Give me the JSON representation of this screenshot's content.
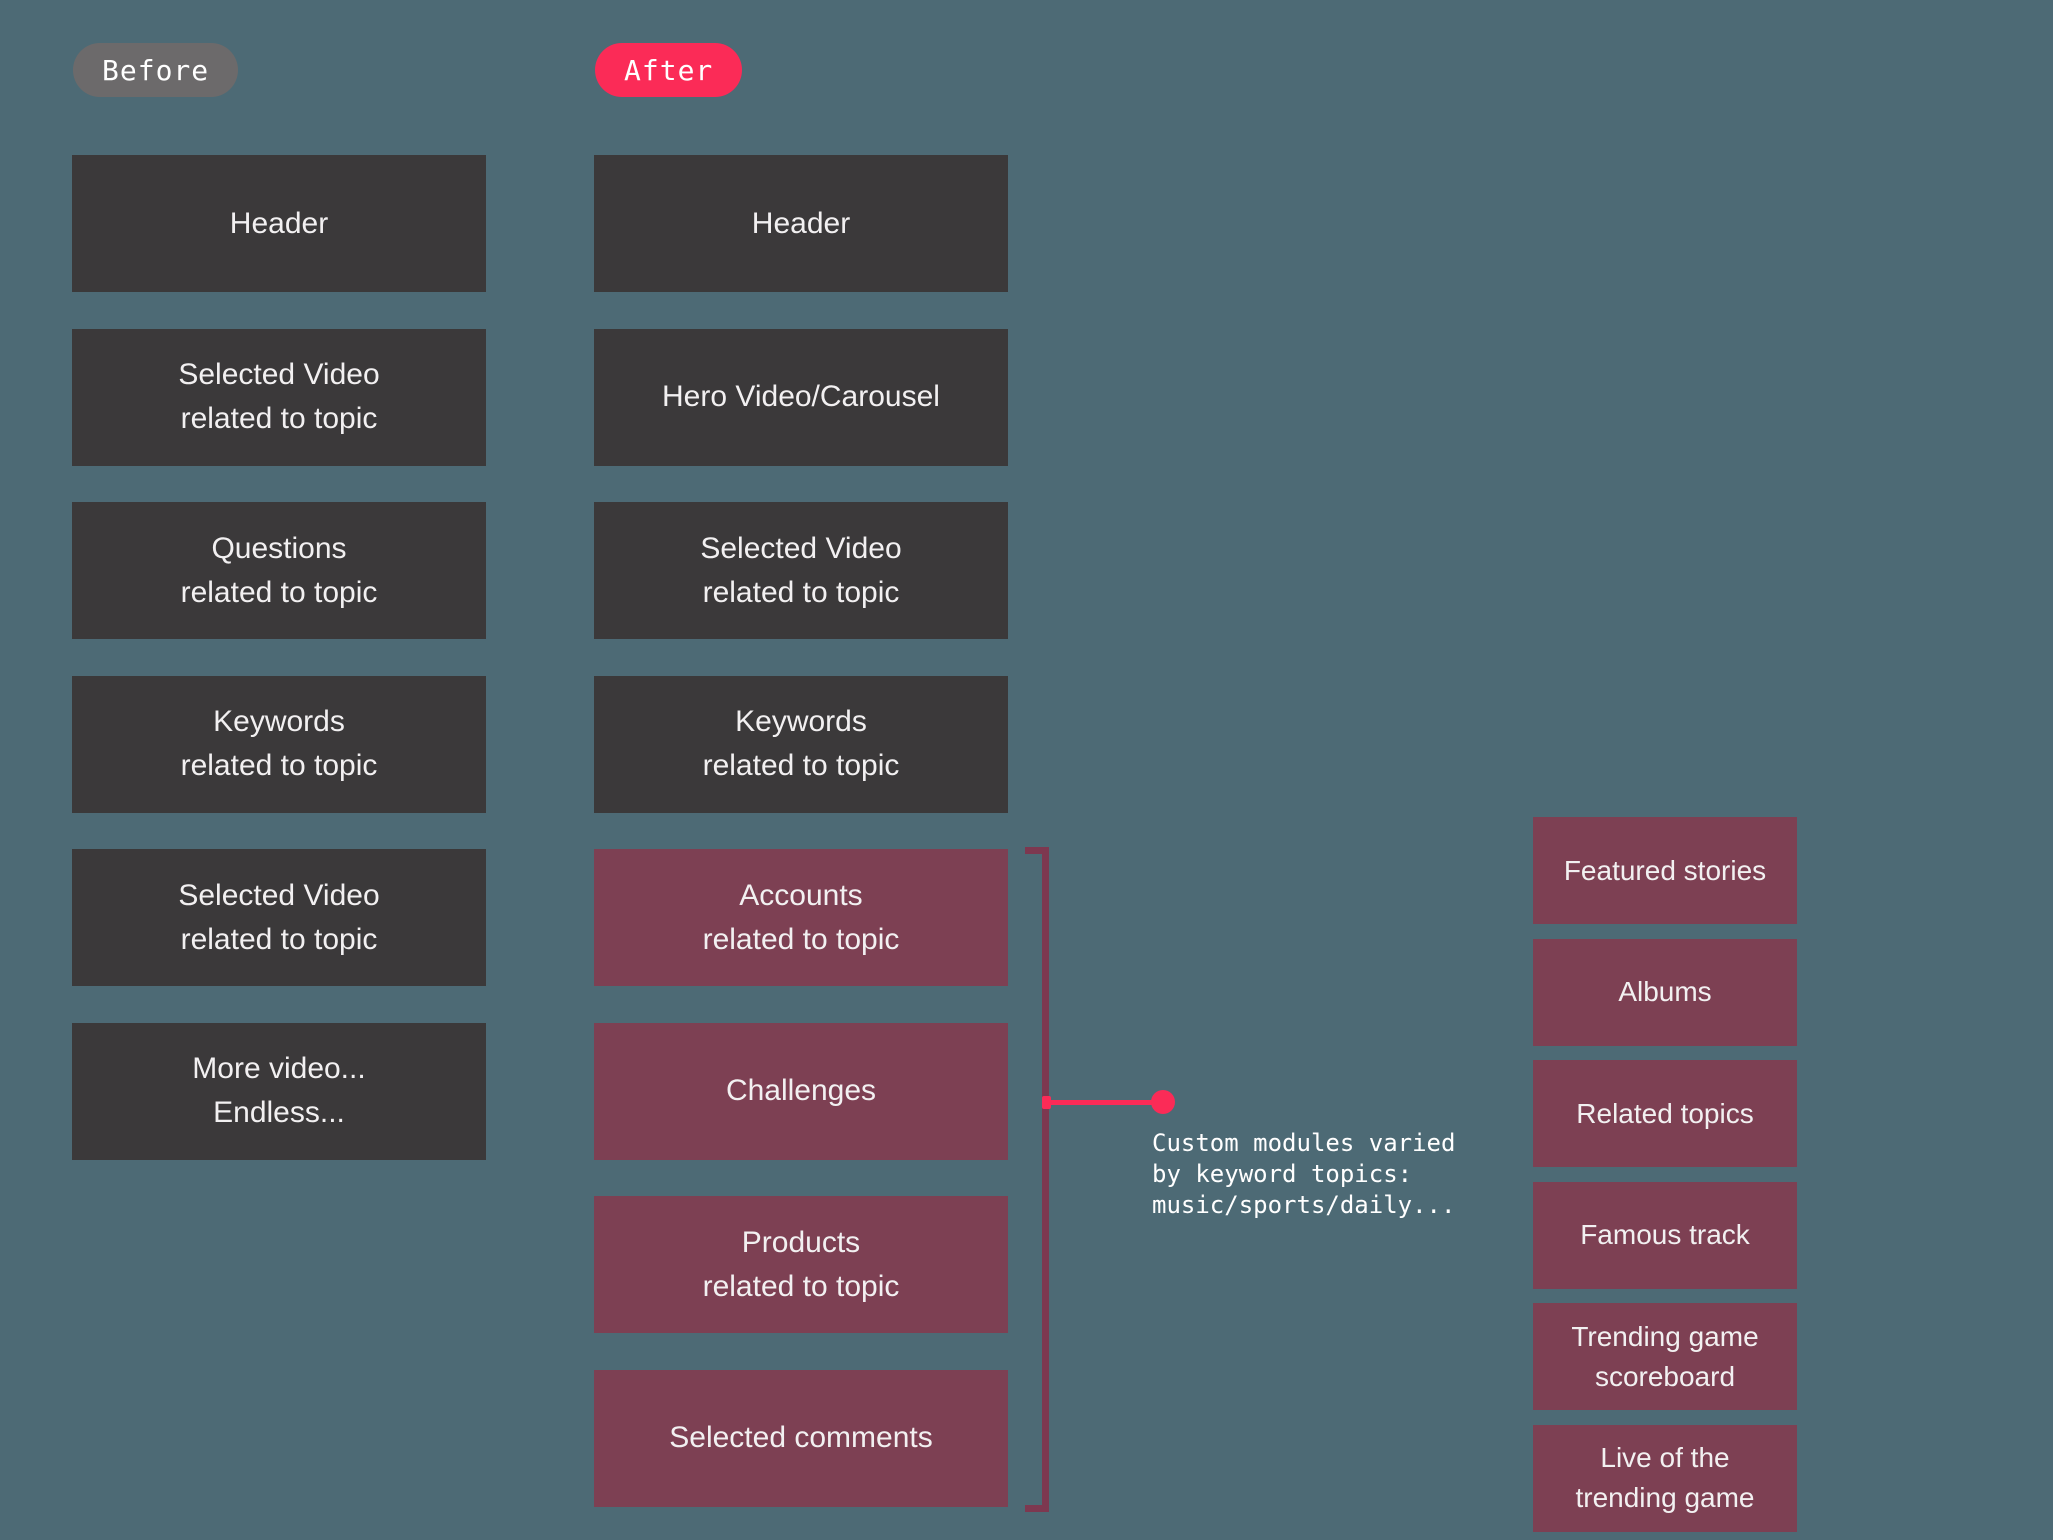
{
  "badges": {
    "before": "Before",
    "after": "After"
  },
  "before": {
    "items": [
      {
        "label": "Header"
      },
      {
        "label": "Selected Video\nrelated to topic"
      },
      {
        "label": "Questions\nrelated to topic"
      },
      {
        "label": "Keywords\nrelated to topic"
      },
      {
        "label": "Selected Video\nrelated to topic"
      },
      {
        "label": "More video...\nEndless..."
      }
    ]
  },
  "after": {
    "items": [
      {
        "label": "Header",
        "style": "dark"
      },
      {
        "label": "Hero Video/Carousel",
        "style": "dark"
      },
      {
        "label": "Selected Video\nrelated to topic",
        "style": "dark"
      },
      {
        "label": "Keywords\nrelated to topic",
        "style": "dark"
      },
      {
        "label": "Accounts\nrelated to topic",
        "style": "maroon"
      },
      {
        "label": "Challenges",
        "style": "maroon"
      },
      {
        "label": "Products\nrelated to topic",
        "style": "maroon"
      },
      {
        "label": "Selected comments",
        "style": "maroon"
      }
    ]
  },
  "custom_modules": {
    "annotation": "Custom modules varied\nby keyword topics:\nmusic/sports/daily...",
    "items": [
      {
        "label": "Featured stories"
      },
      {
        "label": "Albums"
      },
      {
        "label": "Related topics"
      },
      {
        "label": "Famous track"
      },
      {
        "label": "Trending game\nscoreboard"
      },
      {
        "label": "Live of the\ntrending game"
      }
    ]
  },
  "colors": {
    "background": "#4d6a75",
    "dark_box": "#3b393a",
    "maroon_box": "#7d4053",
    "bracket": "#7d3850",
    "accent_pink": "#fb2b57",
    "badge_gray": "#6c6a6b",
    "text": "#f2f0f1"
  }
}
